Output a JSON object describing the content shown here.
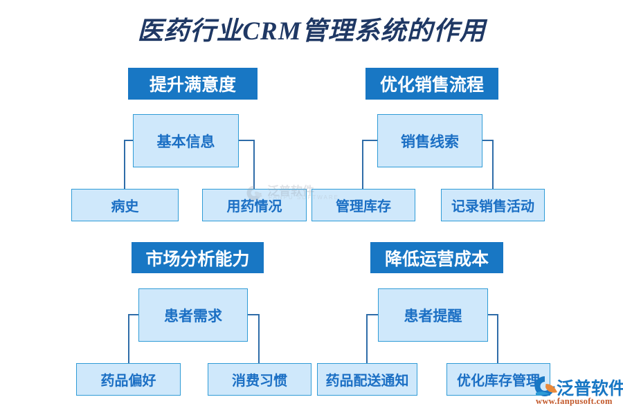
{
  "title": "医药行业CRM管理系统的作用",
  "colors": {
    "title_text": "#1F3864",
    "header_fill": "#1877C4",
    "header_text": "#FFFFFF",
    "box_fill": "#CFE8FB",
    "box_border": "#2E9BD6",
    "box_text": "#1B6FC4",
    "connector": "#2E6CA8",
    "logo_blue": "#1877C4",
    "logo_orange": "#C2582A"
  },
  "groups": [
    {
      "id": "satisfaction",
      "header": "提升满意度",
      "branch": "基本信息",
      "leaves": [
        "病史",
        "用药情况"
      ]
    },
    {
      "id": "sales-process",
      "header": "优化销售流程",
      "branch": "销售线索",
      "leaves": [
        "管理库存",
        "记录销售活动"
      ]
    },
    {
      "id": "market-analysis",
      "header": "市场分析能力",
      "branch": "患者需求",
      "leaves": [
        "药品偏好",
        "消费习惯"
      ]
    },
    {
      "id": "operating-cost",
      "header": "降低运营成本",
      "branch": "患者提醒",
      "leaves": [
        "药品配送通知",
        "优化库存管理"
      ]
    }
  ],
  "watermark": {
    "name": "泛普软件",
    "sub": "FANPU SOFTWARE"
  },
  "brand": {
    "name": "泛普软件",
    "url": "www.fanpusoft.com"
  }
}
